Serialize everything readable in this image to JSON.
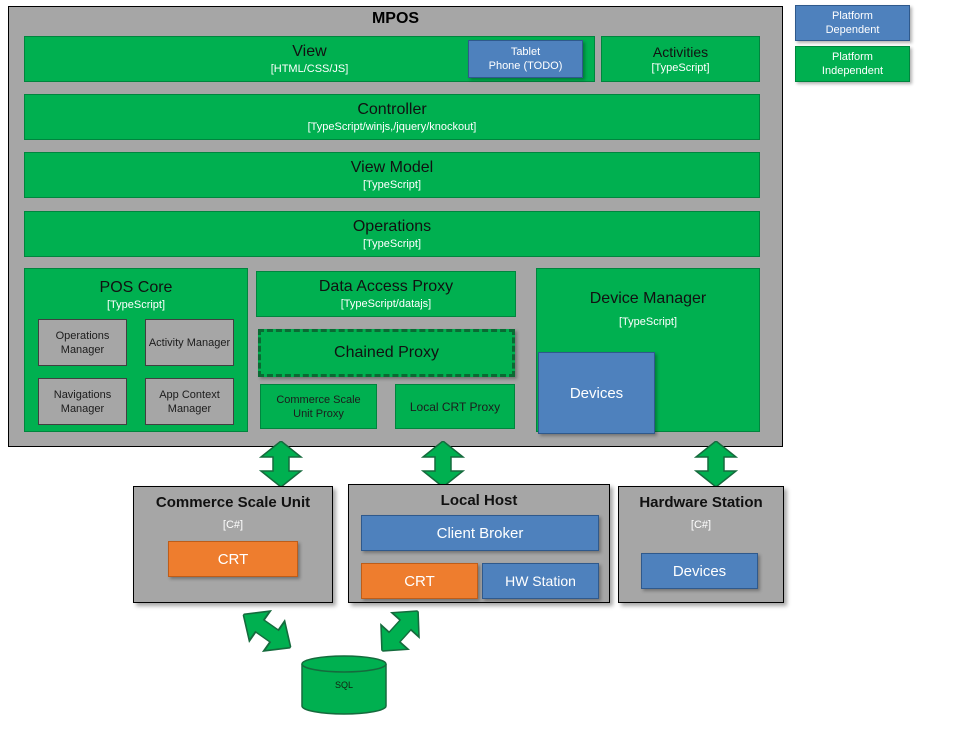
{
  "colors": {
    "green": "#00B050",
    "dark_green": "#156B3D",
    "blue": "#4E81BD",
    "orange": "#EE7D2E",
    "gray": "#A6A6A6"
  },
  "legend": {
    "platform_dependent": "Platform Dependent",
    "platform_independent": "Platform Independent"
  },
  "main": {
    "title": "MPOS",
    "view": {
      "title": "View",
      "tech": "[HTML/CSS/JS]",
      "tablet_line1": "Tablet",
      "tablet_line2": "Phone (TODO)"
    },
    "activities": {
      "title": "Activities",
      "tech": "[TypeScript]"
    },
    "controller": {
      "title": "Controller",
      "tech": "[TypeScript/winjs,/jquery/knockout]"
    },
    "view_model": {
      "title": "View Model",
      "tech": "[TypeScript]"
    },
    "operations": {
      "title": "Operations",
      "tech": "[TypeScript]"
    },
    "pos_core": {
      "title": "POS Core",
      "tech": "[TypeScript]",
      "managers": [
        "Operations Manager",
        "Activity Manager",
        "Navigations Manager",
        "App Context Manager"
      ]
    },
    "data_access_proxy": {
      "title": "Data Access Proxy",
      "tech": "[TypeScript/datajs]",
      "chained_proxy": "Chained Proxy",
      "commerce_proxy_line1": "Commerce Scale",
      "commerce_proxy_line2": "Unit Proxy",
      "local_crt_proxy": "Local CRT Proxy"
    },
    "device_manager": {
      "title": "Device Manager",
      "tech": "[TypeScript]",
      "devices": "Devices"
    }
  },
  "bottom": {
    "commerce_scale_unit": {
      "title": "Commerce Scale Unit",
      "tech": "[C#]",
      "crt": "CRT"
    },
    "local_host": {
      "title": "Local Host",
      "client_broker": "Client Broker",
      "crt": "CRT",
      "hw_station": "HW Station"
    },
    "hardware_station": {
      "title": "Hardware Station",
      "tech": "[C#]",
      "devices": "Devices"
    },
    "sql": "SQL"
  }
}
